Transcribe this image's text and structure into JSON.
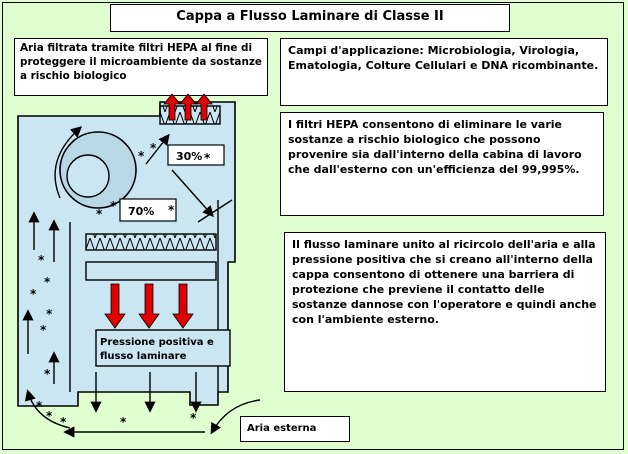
{
  "title": "Cappa a Flusso Laminare di Classe II",
  "top_left_text": "Aria filtrata tramite filtri HEPA al fine di proteggere il microambiente da sostanze a rischio biologico",
  "campi_text": "Campi d'applicazione:  Microbiologia, Virologia, Ematologia, Colture Cellulari e DNA ricombinante.",
  "hepa_text": "I filtri HEPA consentono di eliminare le varie sostanze a rischio biologico che possono provenire sia dall'interno della cabina di lavoro che dall'esterno con un'efficienza del 99,995%.",
  "flusso_text": "Il flusso laminare unito al ricircolo dell'aria e alla pressione positiva che si creano all'interno della cappa consentono di ottenere una barriera di protezione che previene il contatto delle sostanze dannose con l'operatore e quindi anche con l'ambiente esterno.",
  "aria_esterna": "Aria esterna",
  "pct_30": "30%",
  "pct_70": "70%",
  "pressione_line1": "Pressione positiva e",
  "pressione_line2": "flusso laminare",
  "colors": {
    "background": "#dfffd0",
    "cabinet": "#c9e6f2",
    "red_arrow": "#e00000"
  }
}
